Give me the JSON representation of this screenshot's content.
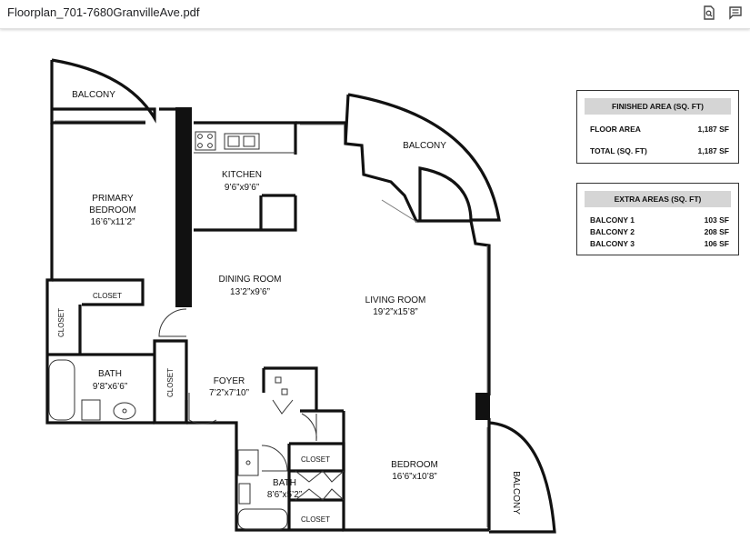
{
  "toolbar": {
    "filename": "Floorplan_701-7680GranvilleAve.pdf",
    "icons": [
      "find-in-page-icon",
      "comment-icon"
    ]
  },
  "rooms": {
    "balcony_top_left": "BALCONY",
    "balcony_top_right": "BALCONY",
    "balcony_bottom_right": "BALCONY",
    "kitchen": {
      "name": "KITCHEN",
      "dims": "9’6”x9’6”"
    },
    "primary_bedroom": {
      "name_line1": "PRIMARY",
      "name_line2": "BEDROOM",
      "dims": "16’6”x11’2”"
    },
    "dining_room": {
      "name": "DINING ROOM",
      "dims": "13’2”x9’6”"
    },
    "living_room": {
      "name": "LIVING ROOM",
      "dims": "19’2”x15’8”"
    },
    "closet_top": "CLOSET",
    "closet_side": "CLOSET",
    "bath_main": {
      "name": "BATH",
      "dims": "9’8”x6’6”"
    },
    "closet_hall": "CLOSET",
    "foyer": {
      "name": "FOYER",
      "dims": "7’2”x7’10”"
    },
    "closet_bed1": "CLOSET",
    "closet_bed2": "CLOSET",
    "bath_second": {
      "name": "BATH",
      "dims": "8’6”x5’2”"
    },
    "bedroom": {
      "name": "BEDROOM",
      "dims": "16’6”x10’8”"
    }
  },
  "finished_area": {
    "title": "FINISHED AREA (SQ. FT)",
    "rows": [
      {
        "label": "FLOOR AREA",
        "value": "1,187 SF"
      },
      {
        "label": "TOTAL (SQ. FT)",
        "value": "1,187 SF"
      }
    ]
  },
  "extra_areas": {
    "title": "EXTRA AREAS (SQ. FT)",
    "rows": [
      {
        "label": "BALCONY 1",
        "value": "103 SF"
      },
      {
        "label": "BALCONY 2",
        "value": "208 SF"
      },
      {
        "label": "BALCONY 3",
        "value": "106 SF"
      }
    ]
  }
}
